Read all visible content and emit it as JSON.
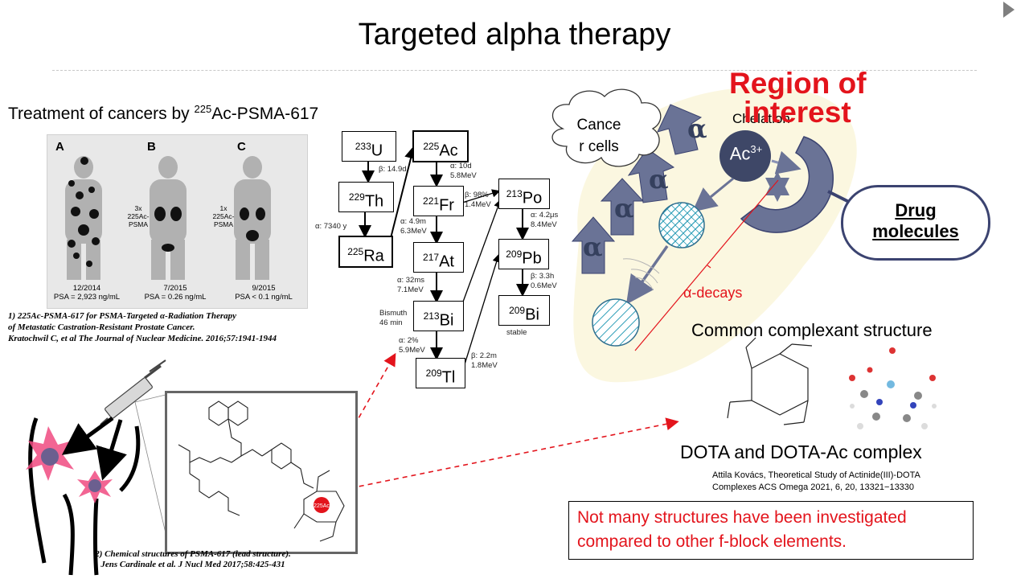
{
  "slide": {
    "title": "Targeted alpha therapy"
  },
  "left": {
    "treatment_text": "Treatment of cancers by ",
    "treatment_sup": "225",
    "treatment_rest": "Ac-PSMA-617",
    "pet": {
      "labels": [
        "A",
        "B",
        "C"
      ],
      "arrow1": [
        "3x",
        "225Ac-PSMA"
      ],
      "arrow2": [
        "1x",
        "225Ac-PSMA"
      ],
      "captions": [
        [
          "12/2014",
          "PSA = 2,923 ng/mL"
        ],
        [
          "7/2015",
          "PSA = 0.26 ng/mL"
        ],
        [
          "9/2015",
          "PSA < 0.1 ng/mL"
        ]
      ]
    },
    "ref1_lines": [
      "1) 225Ac-PSMA-617 for PSMA-Targeted α-Radiation Therapy",
      "of Metastatic Castration-Resistant Prostate Cancer.",
      "Kratochwil C, et al The Journal of Nuclear Medicine. 2016;57:1941-1944"
    ],
    "ref2_lines": [
      "2) Chemical structures of PSMA-617 (lead structure).",
      "Jens Cardinale et al. J Nucl Med 2017;58:425-431"
    ],
    "ac_badge": "225Ac"
  },
  "decay_chain": {
    "nuclides": [
      {
        "sup": "233",
        "sym": "U"
      },
      {
        "sup": "229",
        "sym": "Th"
      },
      {
        "sup": "225",
        "sym": "Ra"
      },
      {
        "sup": "225",
        "sym": "Ac"
      },
      {
        "sup": "221",
        "sym": "Fr"
      },
      {
        "sup": "217",
        "sym": "At"
      },
      {
        "sup": "213",
        "sym": "Bi"
      },
      {
        "sup": "209",
        "sym": "Tl"
      },
      {
        "sup": "213",
        "sym": "Po"
      },
      {
        "sup": "209",
        "sym": "Pb"
      },
      {
        "sup": "209",
        "sym": "Bi"
      }
    ],
    "labels": {
      "u_th": "",
      "th_ra": "α: 7340 y",
      "ra_ac": "β: 14.9d",
      "ac_fr": [
        "α: 10d",
        "5.8MeV"
      ],
      "fr_po": [
        "β: 98%",
        "1.4MeV"
      ],
      "fr_at": [
        "α: 4.9m",
        "6.3MeV"
      ],
      "at_bi": [
        "α: 32ms",
        "7.1MeV"
      ],
      "bi_half": [
        "Bismuth",
        "46 min"
      ],
      "bi_tl": [
        "α: 2%",
        "5.9MeV"
      ],
      "tl_pb": [
        "β: 2.2m",
        "1.8MeV"
      ],
      "po_pb": [
        "α: 4.2μs",
        "8.4MeV"
      ],
      "pb_bi": [
        "β: 3.3h",
        "0.6MeV"
      ],
      "stable": "stable"
    }
  },
  "right": {
    "region_of_interest": [
      "Region of",
      "interest"
    ],
    "chelation": "Chelation",
    "cancer_cells": [
      "Cance",
      "r cells"
    ],
    "ac_ion": "Ac",
    "ac_charge": "3+",
    "drug_molecules": [
      "Drug",
      "molecules"
    ],
    "alpha_symbol": "α",
    "alpha_decays": "α-decays",
    "common_structure": "Common complexant structure",
    "dota_complex": "DOTA and DOTA-Ac complex",
    "ref3_lines": [
      "Attila Kovács, Theoretical Study of Actinide(III)-DOTA",
      "Complexes ACS Omega 2021, 6, 20, 13321−13330"
    ],
    "warning_lines": [
      "Not many structures have been investigated",
      "compared to other f-block elements."
    ]
  },
  "colors": {
    "accent_red": "#e3141c",
    "arrow_blue": "#6a7396",
    "dark_navy": "#3b4370",
    "region_fill": "#fbf7e0"
  }
}
